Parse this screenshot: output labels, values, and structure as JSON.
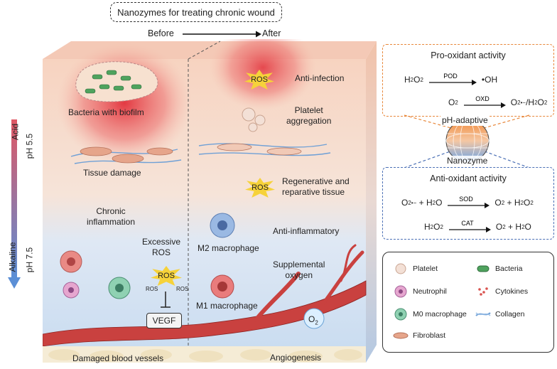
{
  "header": {
    "title": "Nanozymes for treating chronic wound",
    "before": "Before",
    "after": "After"
  },
  "ph_scale": {
    "acid": "Acid",
    "ph_low": "pH 5.5",
    "alkaline": "Alkaline",
    "ph_high": "pH 7.5"
  },
  "before_labels": {
    "bacteria": "Bacteria with biofilm",
    "tissue_damage": "Tissue damage",
    "chronic_inflammation": "Chronic\ninflammation",
    "excessive_ros": "Excessive\nROS",
    "ros": "ROS",
    "ros_small": "ROS",
    "vegf": "VEGF",
    "damaged_vessels": "Damaged blood vessels"
  },
  "after_labels": {
    "anti_infection": "Anti-infection",
    "platelet_aggregation": "Platelet\naggregation",
    "regenerative": "Regenerative and\nreparative tissue",
    "anti_inflammatory": "Anti-inflammatory",
    "m2": "M2 macrophage",
    "m1": "M1 macrophage",
    "supplemental_oxygen": "Supplemental\noxygen",
    "o2": "O",
    "angiogenesis": "Angiogenesis",
    "ros": "ROS"
  },
  "pro_oxidant": {
    "title": "Pro-oxidant activity",
    "eq1_left": "H",
    "eq1_enzyme": "POD",
    "eq1_right": "•OH",
    "eq2_left": "O",
    "eq2_enzyme": "OXD",
    "eq2_right": "O"
  },
  "nanozyme": {
    "ph_adaptive": "pH-adaptive",
    "label": "Nanozyme"
  },
  "anti_oxidant": {
    "title": "Anti-oxidant activity",
    "eq1_enzyme": "SOD",
    "eq2_enzyme": "CAT"
  },
  "legend": {
    "platelet": "Platelet",
    "bacteria": "Bacteria",
    "neutrophil": "Neutrophil",
    "cytokines": "Cytokines",
    "m0": "M0 macrophage",
    "collagen": "Collagen",
    "fibroblast": "Fibroblast"
  },
  "colors": {
    "wound_red": "#e8404a",
    "skin_top": "#f7d9c4",
    "tissue_blue": "#cfe0f2",
    "vessel": "#c9413f",
    "orange_dash": "#e8873a",
    "blue_dash": "#4a6fb5",
    "ros_yellow": "#f6d23a"
  }
}
